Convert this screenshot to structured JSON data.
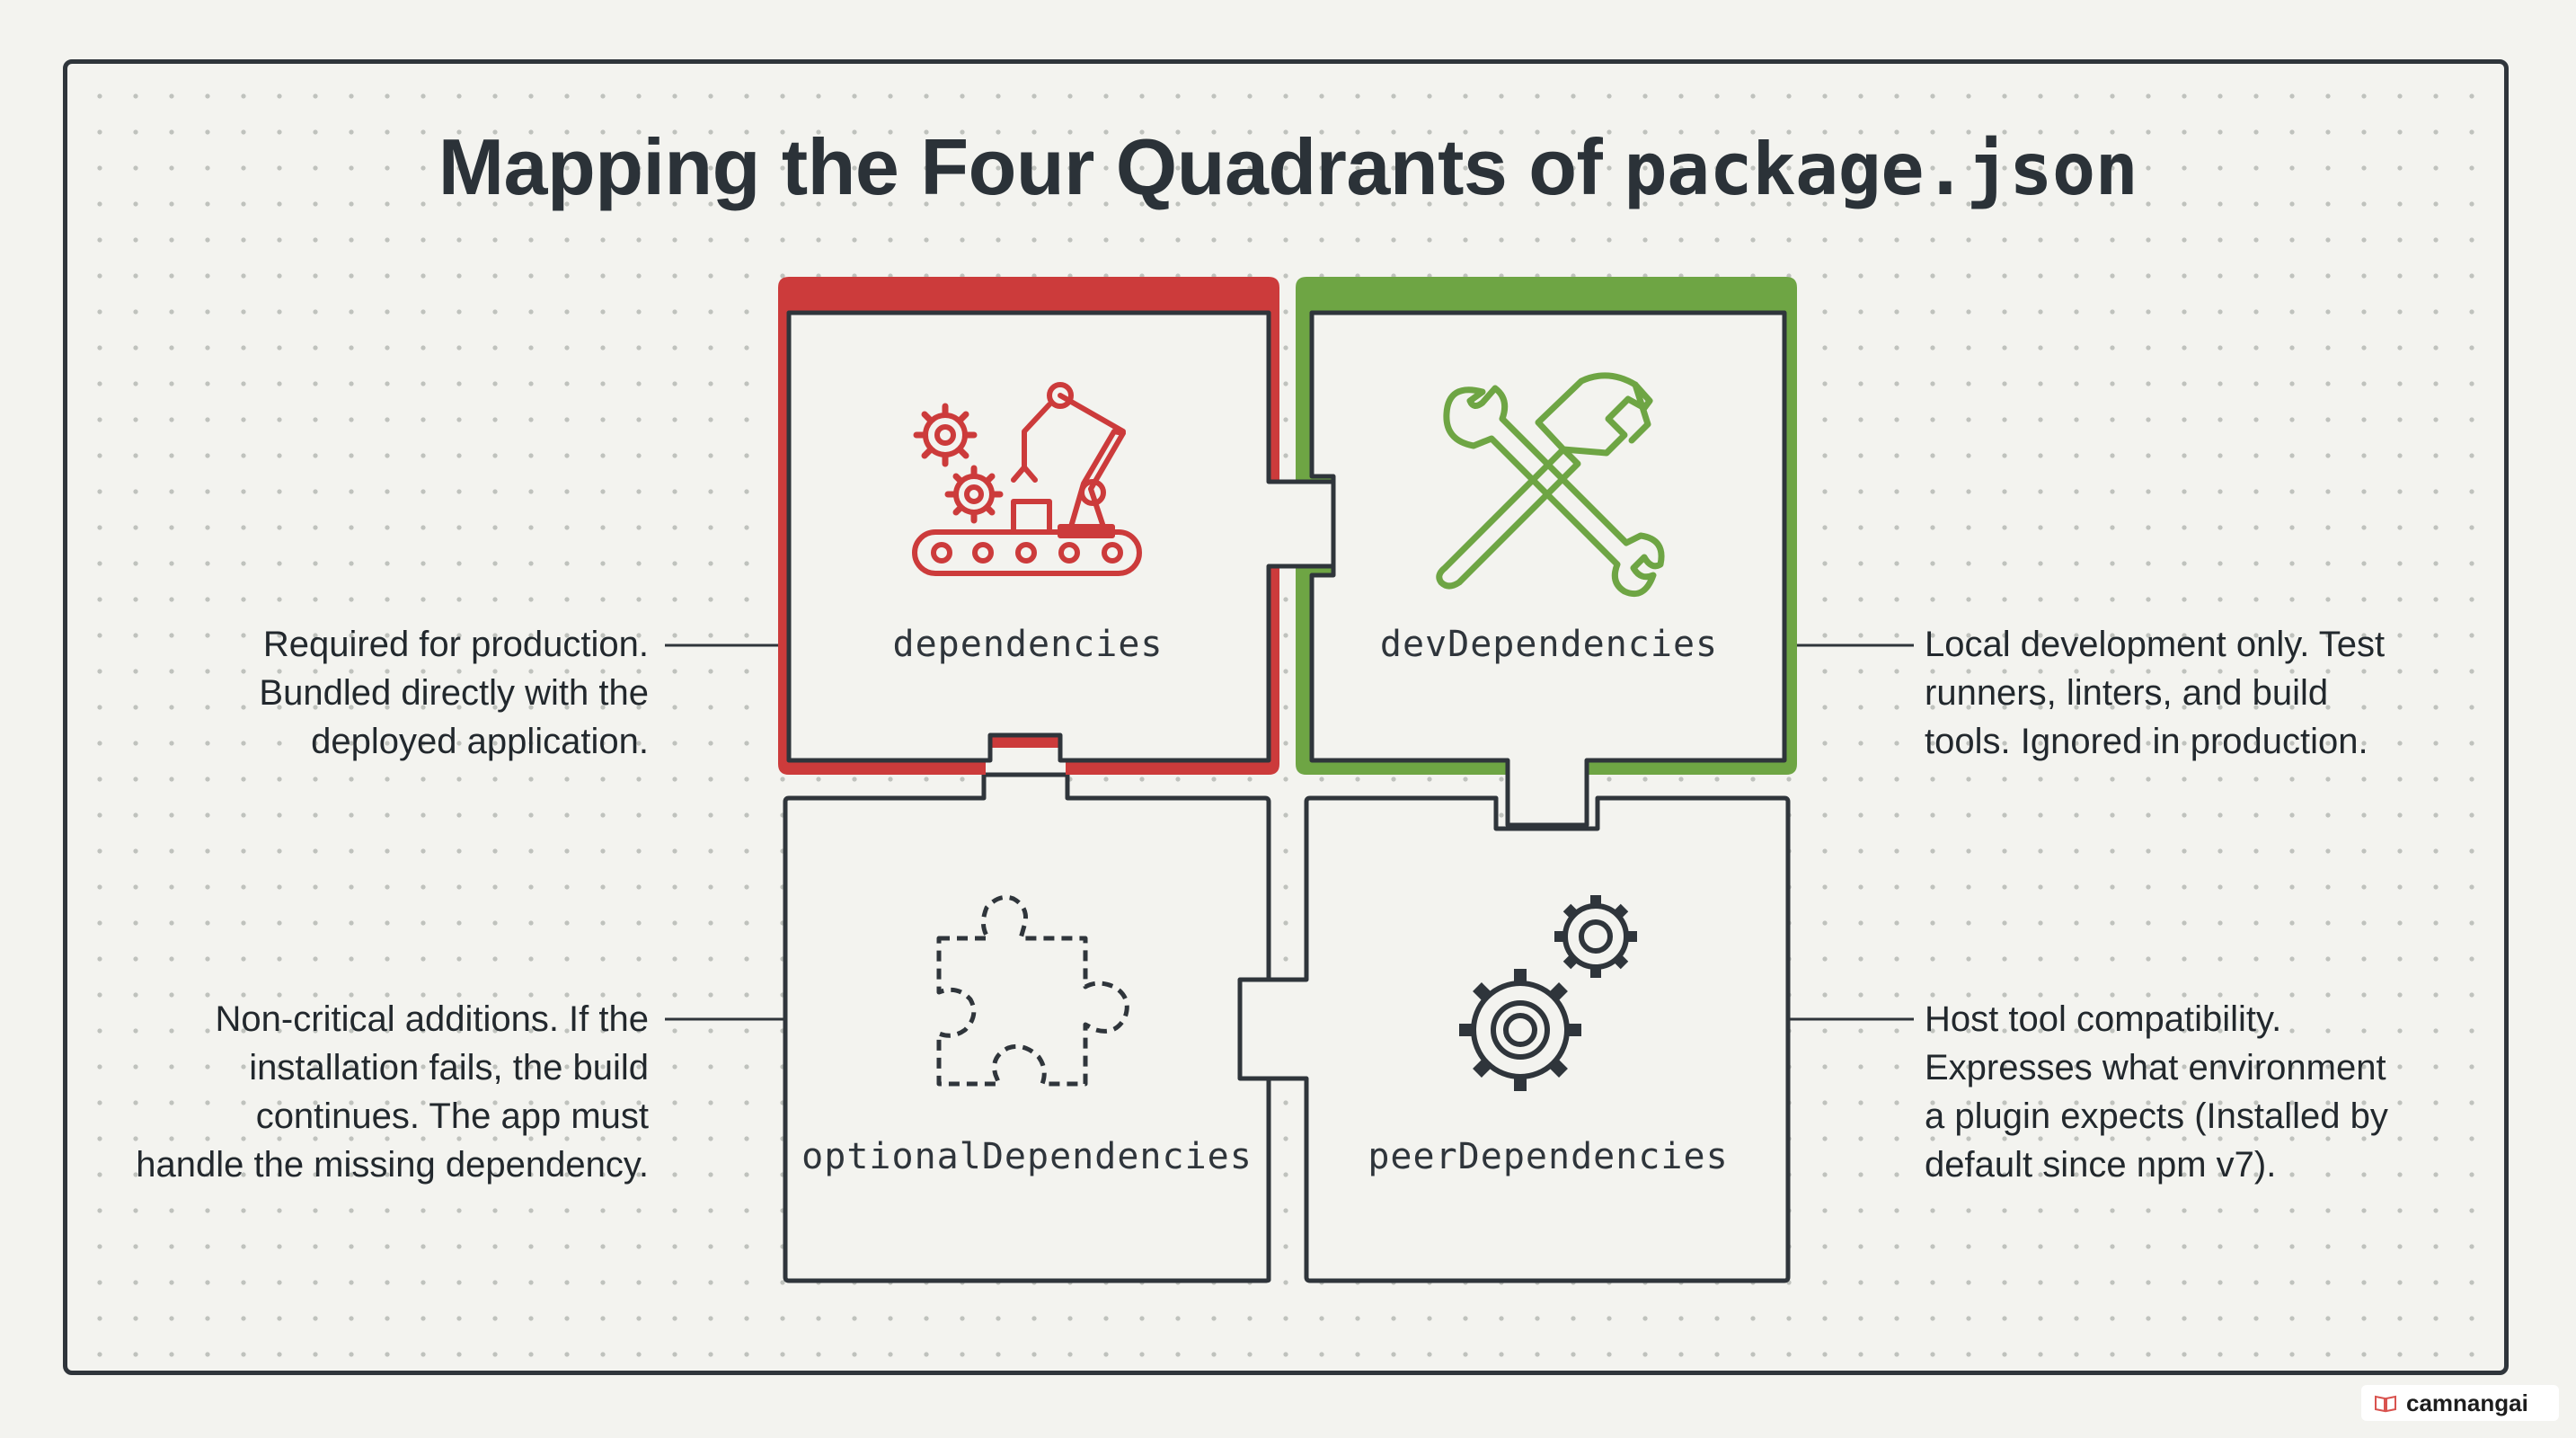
{
  "title": {
    "prefix": "Mapping the Four Quadrants of",
    "code": "package.json"
  },
  "colors": {
    "production": "#cc3b3b",
    "development": "#6ea544",
    "outline": "#2f353b",
    "background": "#f3f3ef"
  },
  "quadrants": {
    "dependencies": {
      "label": "dependencies",
      "icon": "factory-robot-arm-icon",
      "description": [
        "Required for production.",
        "Bundled directly with the",
        "deployed application."
      ]
    },
    "devDependencies": {
      "label": "devDependencies",
      "icon": "wrench-hammer-icon",
      "description": [
        "Local development only. Test",
        "runners, linters, and build",
        "tools. Ignored in production."
      ]
    },
    "optionalDependencies": {
      "label": "optionalDependencies",
      "icon": "dashed-puzzle-piece-icon",
      "description": [
        "Non-critical additions. If the",
        "installation fails, the build",
        "continues. The app must",
        "handle the missing dependency."
      ]
    },
    "peerDependencies": {
      "label": "peerDependencies",
      "icon": "gears-icon",
      "description": [
        "Host tool compatibility.",
        "Expresses what environment",
        "a plugin expects (Installed by",
        "default since npm v7)."
      ]
    }
  },
  "watermark": {
    "icon": "book-icon",
    "text": "camnangai"
  }
}
